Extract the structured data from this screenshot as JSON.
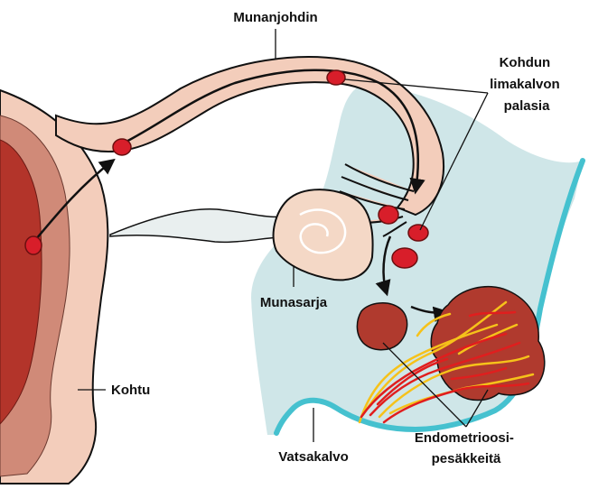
{
  "labels": {
    "fallopian_tube": "Munanjohdin",
    "endometrium_fragments": [
      "Kohdun",
      "limakalvon",
      "palasia"
    ],
    "ovary": "Munasarja",
    "uterus": "Kohtu",
    "peritoneum": "Vatsakalvo",
    "endometriosis_lesions": [
      "Endometrioosi-",
      "pesäkkeitä"
    ]
  },
  "colors": {
    "tissue_pink": "#f3cdbb",
    "uterus_wall": "#d08a78",
    "uterus_inner": "#b3342a",
    "fragment_red": "#d81e2a",
    "peritoneum_fill": "#cfe6e8",
    "peritoneum_edge": "#45c1cf",
    "lesion_brown": "#b03a2e",
    "vessel_yellow": "#f6c21a",
    "vessel_red": "#e01e1e",
    "outline": "#111111"
  }
}
